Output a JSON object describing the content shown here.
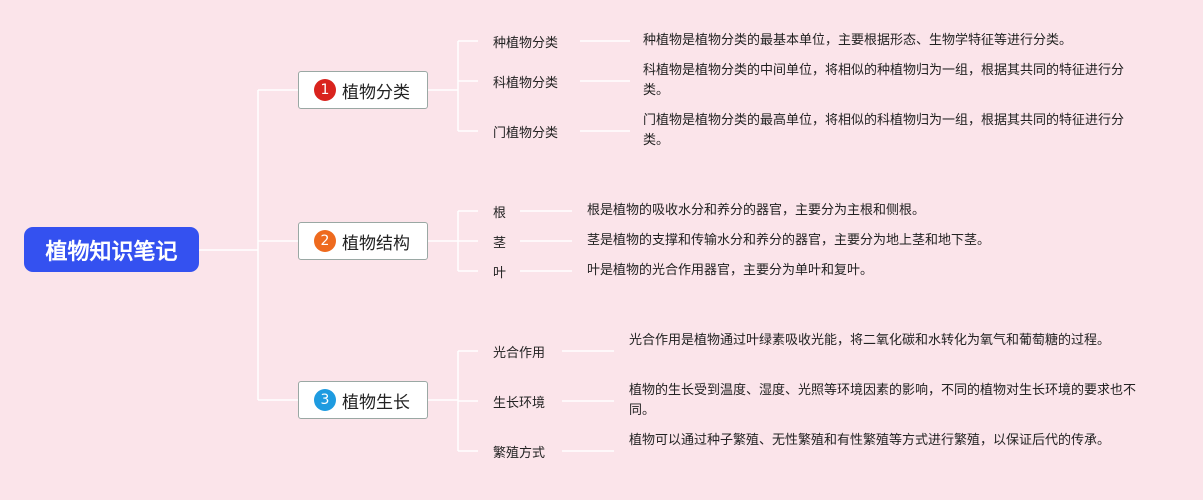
{
  "root": {
    "label": "植物知识笔记"
  },
  "branches": [
    {
      "number": "1",
      "label": "植物分类",
      "color": "#d9231d",
      "children": [
        {
          "label": "种植物分类",
          "description": "种植物是植物分类的最基本单位，主要根据形态、生物学特征等进行分类。"
        },
        {
          "label": "科植物分类",
          "description": "科植物是植物分类的中间单位，将相似的种植物归为一组，根据其共同的特征进行分类。"
        },
        {
          "label": "门植物分类",
          "description": "门植物是植物分类的最高单位，将相似的科植物归为一组，根据其共同的特征进行分类。"
        }
      ]
    },
    {
      "number": "2",
      "label": "植物结构",
      "color": "#ee6a1e",
      "children": [
        {
          "label": "根",
          "description": "根是植物的吸收水分和养分的器官，主要分为主根和侧根。"
        },
        {
          "label": "茎",
          "description": "茎是植物的支撑和传输水分和养分的器官，主要分为地上茎和地下茎。"
        },
        {
          "label": "叶",
          "description": "叶是植物的光合作用器官，主要分为单叶和复叶。"
        }
      ]
    },
    {
      "number": "3",
      "label": "植物生长",
      "color": "#1e9be0",
      "children": [
        {
          "label": "光合作用",
          "description": "光合作用是植物通过叶绿素吸收光能，将二氧化碳和水转化为氧气和葡萄糖的过程。"
        },
        {
          "label": "生长环境",
          "description": "植物的生长受到温度、湿度、光照等环境因素的影响，不同的植物对生长环境的要求也不同。"
        },
        {
          "label": "繁殖方式",
          "description": "植物可以通过种子繁殖、无性繁殖和有性繁殖等方式进行繁殖，以保证后代的传承。"
        }
      ]
    }
  ]
}
